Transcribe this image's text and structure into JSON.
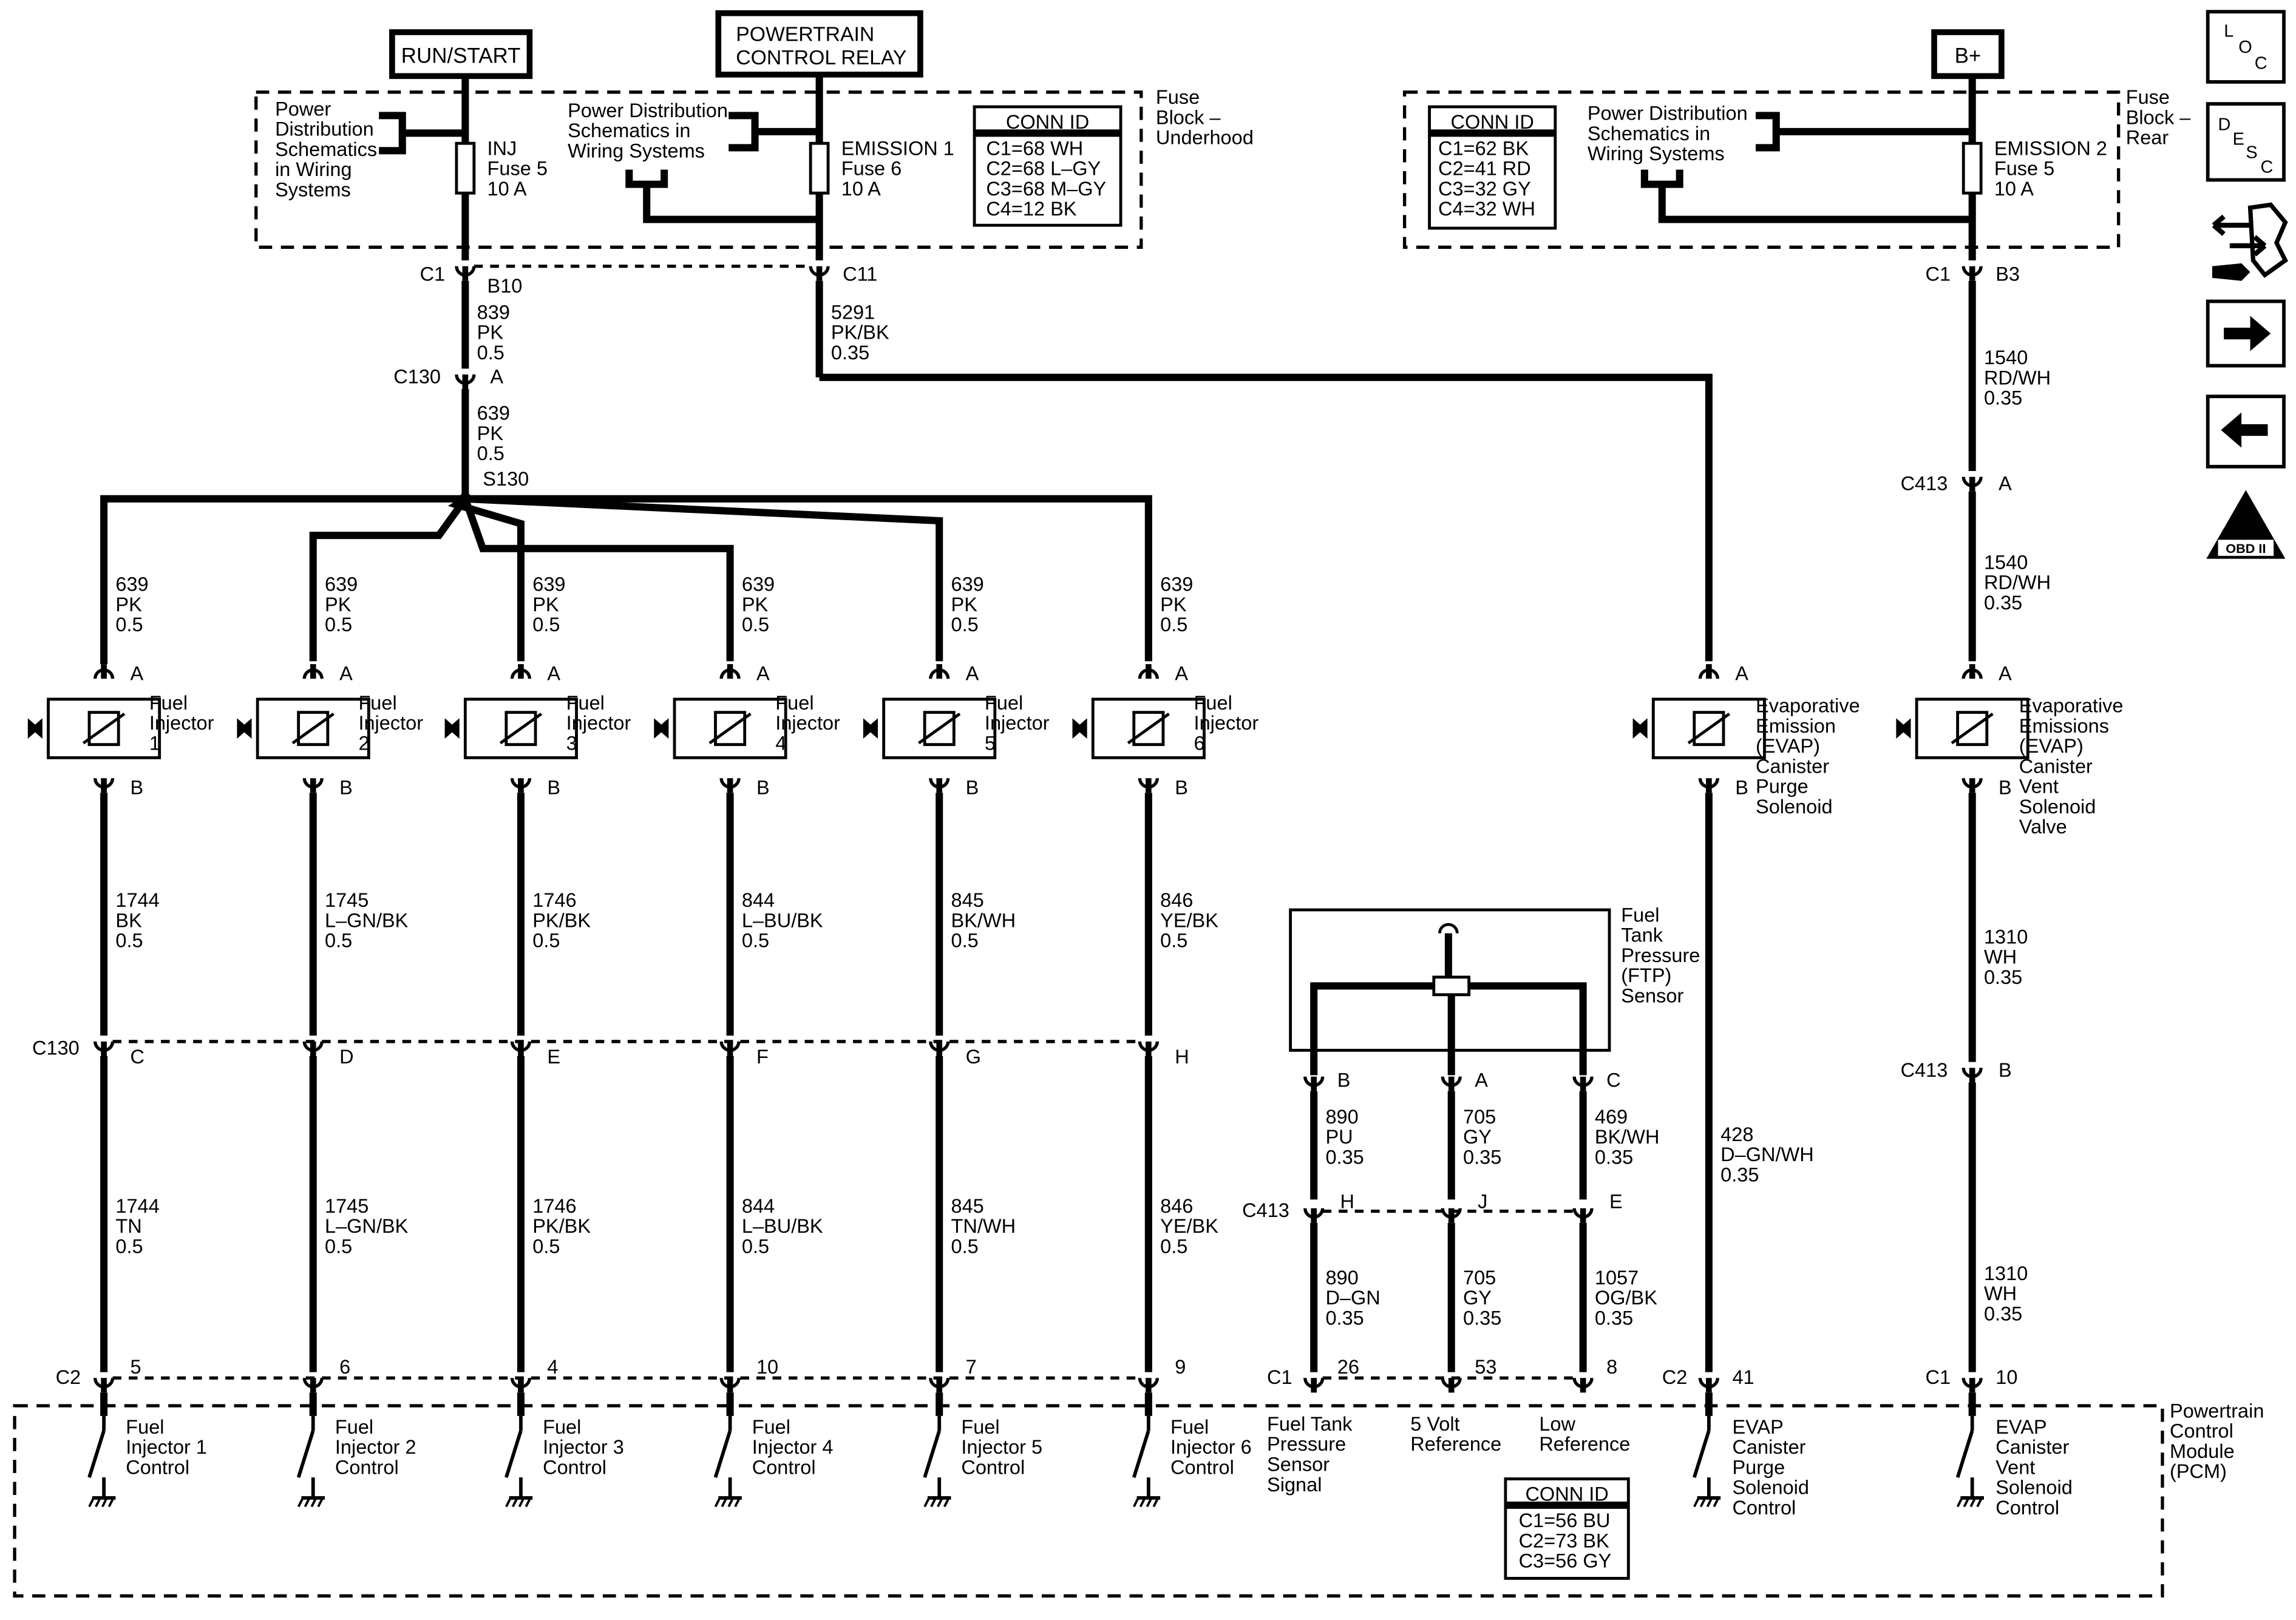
{
  "supplies": {
    "run_start": "RUN/START",
    "pcr_line1": "POWERTRAIN",
    "pcr_line2": "CONTROL RELAY",
    "bplus": "B+"
  },
  "fuse_block_underhood": {
    "label": [
      "Fuse",
      "Block –",
      "Underhood"
    ],
    "pds_left": [
      "Power",
      "Distribution",
      "Schematics",
      "in Wiring",
      "Systems"
    ],
    "pds_mid": [
      "Power Distribution",
      "Schematics in",
      "Wiring Systems"
    ],
    "fuse_inj": [
      "INJ",
      "Fuse 5",
      "10 A"
    ],
    "fuse_em1": [
      "EMISSION 1",
      "Fuse 6",
      "10 A"
    ],
    "conn_title": "CONN ID",
    "conn_rows": [
      "C1=68 WH",
      "C2=68 L–GY",
      "C3=68 M–GY",
      "C4=12 BK"
    ]
  },
  "fuse_block_rear": {
    "label": [
      "Fuse",
      "Block –",
      "Rear"
    ],
    "pds": [
      "Power Distribution",
      "Schematics in",
      "Wiring Systems"
    ],
    "fuse_em2": [
      "EMISSION 2",
      "Fuse 5",
      "10 A"
    ],
    "conn_title": "CONN ID",
    "conn_rows": [
      "C1=62 BK",
      "C2=41 RD",
      "C3=32 GY",
      "C4=32 WH"
    ]
  },
  "upper_labels": {
    "c1_left": "C1",
    "b10": "B10",
    "c11": "C11",
    "w839": [
      "839",
      "PK",
      "0.5"
    ],
    "w5291": [
      "5291",
      "PK/BK",
      "0.35"
    ],
    "c130_top": "C130",
    "c130_top_pin": "A",
    "w639": [
      "639",
      "PK",
      "0.5"
    ],
    "s130": "S130",
    "c1_right": "C1",
    "b3": "B3",
    "w1540a": [
      "1540",
      "RD/WH",
      "0.35"
    ],
    "c413a": "C413",
    "c413a_pin": "A",
    "w1540b": [
      "1540",
      "RD/WH",
      "0.35"
    ]
  },
  "injectors": [
    {
      "name": [
        "Fuel",
        "Injector",
        "1"
      ],
      "feed": [
        "639",
        "PK",
        "0.5"
      ],
      "w1": [
        "1744",
        "BK",
        "0.5"
      ],
      "c130_pin": "C",
      "w2": [
        "1744",
        "TN",
        "0.5"
      ],
      "pcm_pin": "5",
      "pcm_label": [
        "Fuel",
        "Injector 1",
        "Control"
      ]
    },
    {
      "name": [
        "Fuel",
        "Injector",
        "2"
      ],
      "feed": [
        "639",
        "PK",
        "0.5"
      ],
      "w1": [
        "1745",
        "L–GN/BK",
        "0.5"
      ],
      "c130_pin": "D",
      "w2": [
        "1745",
        "L–GN/BK",
        "0.5"
      ],
      "pcm_pin": "6",
      "pcm_label": [
        "Fuel",
        "Injector 2",
        "Control"
      ]
    },
    {
      "name": [
        "Fuel",
        "Injector",
        "3"
      ],
      "feed": [
        "639",
        "PK",
        "0.5"
      ],
      "w1": [
        "1746",
        "PK/BK",
        "0.5"
      ],
      "c130_pin": "E",
      "w2": [
        "1746",
        "PK/BK",
        "0.5"
      ],
      "pcm_pin": "4",
      "pcm_label": [
        "Fuel",
        "Injector 3",
        "Control"
      ]
    },
    {
      "name": [
        "Fuel",
        "Injector",
        "4"
      ],
      "feed": [
        "639",
        "PK",
        "0.5"
      ],
      "w1": [
        "844",
        "L–BU/BK",
        "0.5"
      ],
      "c130_pin": "F",
      "w2": [
        "844",
        "L–BU/BK",
        "0.5"
      ],
      "pcm_pin": "10",
      "pcm_label": [
        "Fuel",
        "Injector 4",
        "Control"
      ]
    },
    {
      "name": [
        "Fuel",
        "Injector",
        "5"
      ],
      "feed": [
        "639",
        "PK",
        "0.5"
      ],
      "w1": [
        "845",
        "BK/WH",
        "0.5"
      ],
      "c130_pin": "G",
      "w2": [
        "845",
        "TN/WH",
        "0.5"
      ],
      "pcm_pin": "7",
      "pcm_label": [
        "Fuel",
        "Injector 5",
        "Control"
      ]
    },
    {
      "name": [
        "Fuel",
        "Injector",
        "6"
      ],
      "feed": [
        "639",
        "PK",
        "0.5"
      ],
      "w1": [
        "846",
        "YE/BK",
        "0.5"
      ],
      "c130_pin": "H",
      "w2": [
        "846",
        "YE/BK",
        "0.5"
      ],
      "pcm_pin": "9",
      "pcm_label": [
        "Fuel",
        "Injector 6",
        "Control"
      ]
    }
  ],
  "pin_a": "A",
  "pin_b": "B",
  "c130_mid": "C130",
  "c2_left": "C2",
  "evap_purge": {
    "name": [
      "Evaporative",
      "Emission",
      "(EVAP)",
      "Canister",
      "Purge",
      "Solenoid"
    ],
    "wire": [
      "428",
      "D–GN/WH",
      "0.35"
    ],
    "c2": "C2",
    "pcm_pin": "41",
    "pcm_label": [
      "EVAP",
      "Canister",
      "Purge",
      "Solenoid",
      "Control"
    ]
  },
  "evap_vent": {
    "name": [
      "Evaporative",
      "Emissions",
      "(EVAP)",
      "Canister",
      "Vent",
      "Solenoid",
      "Valve"
    ],
    "wire1": [
      "1310",
      "WH",
      "0.35"
    ],
    "c413": "C413",
    "c413_pin": "B",
    "wire2": [
      "1310",
      "WH",
      "0.35"
    ],
    "c1": "C1",
    "pcm_pin": "10",
    "pcm_label": [
      "EVAP",
      "Canister",
      "Vent",
      "Solenoid",
      "Control"
    ]
  },
  "ftp": {
    "name": [
      "Fuel",
      "Tank",
      "Pressure",
      "(FTP)",
      "Sensor"
    ],
    "pins": [
      "B",
      "A",
      "C"
    ],
    "w_upper": [
      [
        "890",
        "PU",
        "0.35"
      ],
      [
        "705",
        "GY",
        "0.35"
      ],
      [
        "469",
        "BK/WH",
        "0.35"
      ]
    ],
    "c413": "C413",
    "c413_pins": [
      "H",
      "J",
      "E"
    ],
    "w_lower": [
      [
        "890",
        "D–GN",
        "0.35"
      ],
      [
        "705",
        "GY",
        "0.35"
      ],
      [
        "1057",
        "OG/BK",
        "0.35"
      ]
    ],
    "c1": "C1",
    "pcm_pins": [
      "26",
      "53",
      "8"
    ],
    "pcm_labels": [
      [
        "Fuel Tank",
        "Pressure",
        "Sensor",
        "Signal"
      ],
      [
        "5 Volt",
        "Reference"
      ],
      [
        "Low",
        "Reference"
      ]
    ]
  },
  "pcm": {
    "label": [
      "Powertrain",
      "Control",
      "Module",
      "(PCM)"
    ],
    "conn_title": "CONN ID",
    "conn_rows": [
      "C1=56 BU",
      "C2=73 BK",
      "C3=56 GY"
    ]
  },
  "side_icons": {
    "loc": [
      "L",
      "O",
      "C"
    ],
    "desc": [
      "D",
      "E",
      "S",
      "C"
    ],
    "obd_roman": "II",
    "obd_text": "OBD II"
  }
}
